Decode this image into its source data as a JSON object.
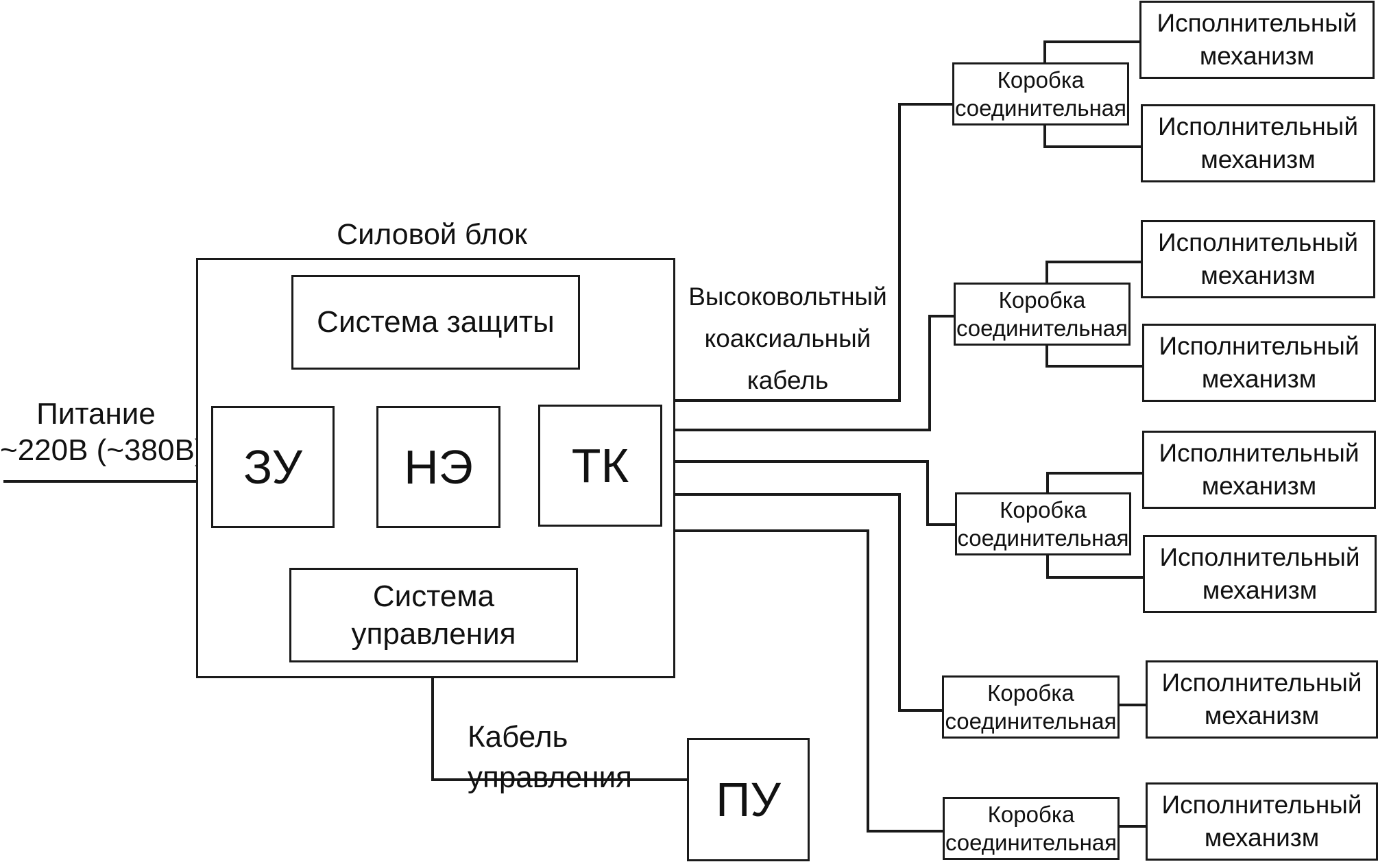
{
  "power_input": {
    "line1": "Питание",
    "line2": "~220В (~380В)"
  },
  "power_block": {
    "title": "Силовой блок",
    "protection": "Система защиты",
    "charger": "ЗУ",
    "storage": "НЭ",
    "switch": "ТК",
    "control_line1": "Система",
    "control_line2": "управления"
  },
  "hv_cable": {
    "line1": "Высоковольтный",
    "line2": "коаксиальный",
    "line3": "кабель"
  },
  "control_cable": {
    "line1": "Кабель",
    "line2": "управления"
  },
  "control_panel": "ПУ",
  "junction_box": {
    "line1": "Коробка",
    "line2": "соединительная"
  },
  "actuator": {
    "line1": "Исполнительный",
    "line2": "механизм"
  }
}
